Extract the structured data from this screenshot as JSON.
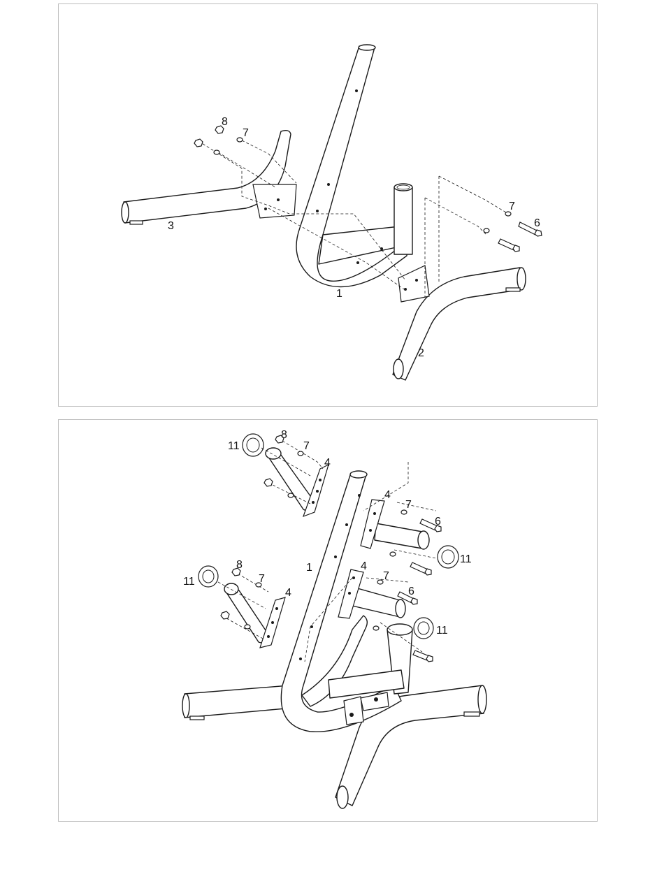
{
  "diagram_top": {
    "labels": {
      "frame": "1",
      "base_right": "2",
      "base_left": "3",
      "bolt": "6",
      "washer_left": "7",
      "washer_right": "7",
      "nut": "8"
    }
  },
  "diagram_bottom": {
    "labels": {
      "frame": "1",
      "bracket_1": "4",
      "bracket_2": "4",
      "bracket_3": "4",
      "bracket_4": "4",
      "bolt_1": "6",
      "bolt_2": "6",
      "washer_1": "7",
      "washer_2": "7",
      "washer_3": "7",
      "washer_4": "7",
      "nut_1": "8",
      "nut_2": "8",
      "collar_1": "11",
      "collar_2": "11",
      "collar_3": "11",
      "collar_4": "11"
    }
  }
}
